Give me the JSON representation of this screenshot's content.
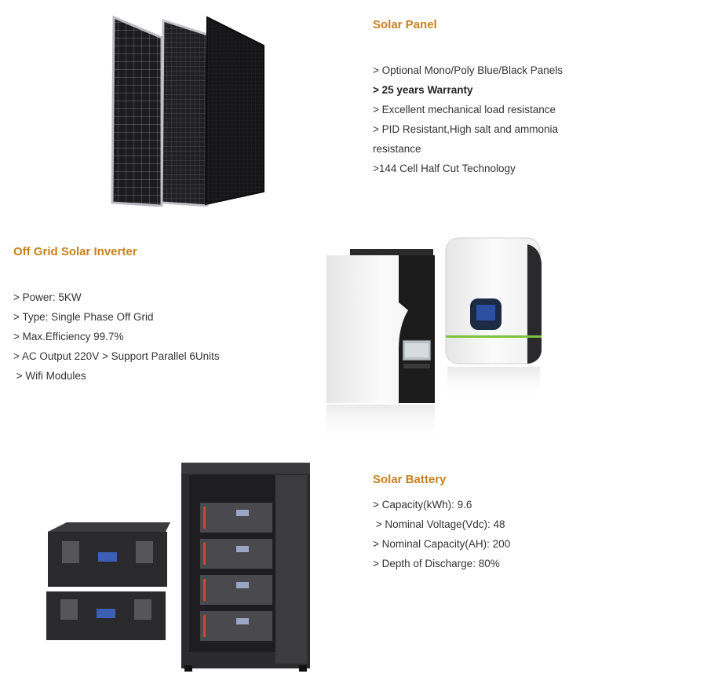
{
  "solar_panel": {
    "title": "Solar Panel",
    "features": [
      "> Optional Mono/Poly Blue/Black Panels",
      "> 25 years Warranty",
      "> Excellent mechanical load resistance",
      "> PID Resistant,High salt and ammonia",
      "resistance",
      ">144 Cell Half Cut Technology"
    ]
  },
  "inverter": {
    "title": "Off Grid Solar Inverter",
    "features": [
      "> Power: 5KW",
      "> Type: Single Phase Off Grid",
      "> Max.Efficiency 99.7%",
      "> AC Output 220V > Support Parallel 6Units",
      " > Wifi Modules"
    ]
  },
  "battery": {
    "title": "Solar Battery",
    "features": [
      "> Capacity(kWh): 9.6",
      " > Nominal Voltage(Vdc): 48",
      "> Nominal Capacity(AH): 200",
      "> Depth of Discharge: 80%"
    ]
  },
  "colors": {
    "title_accent": "#c8811d",
    "text": "#333333",
    "inverter_green_stripe": "#7cc242"
  },
  "icons": {
    "solar_panel_image": "solar-panels-image",
    "inverter_image": "inverter-image",
    "battery_image": "battery-rack-image"
  }
}
